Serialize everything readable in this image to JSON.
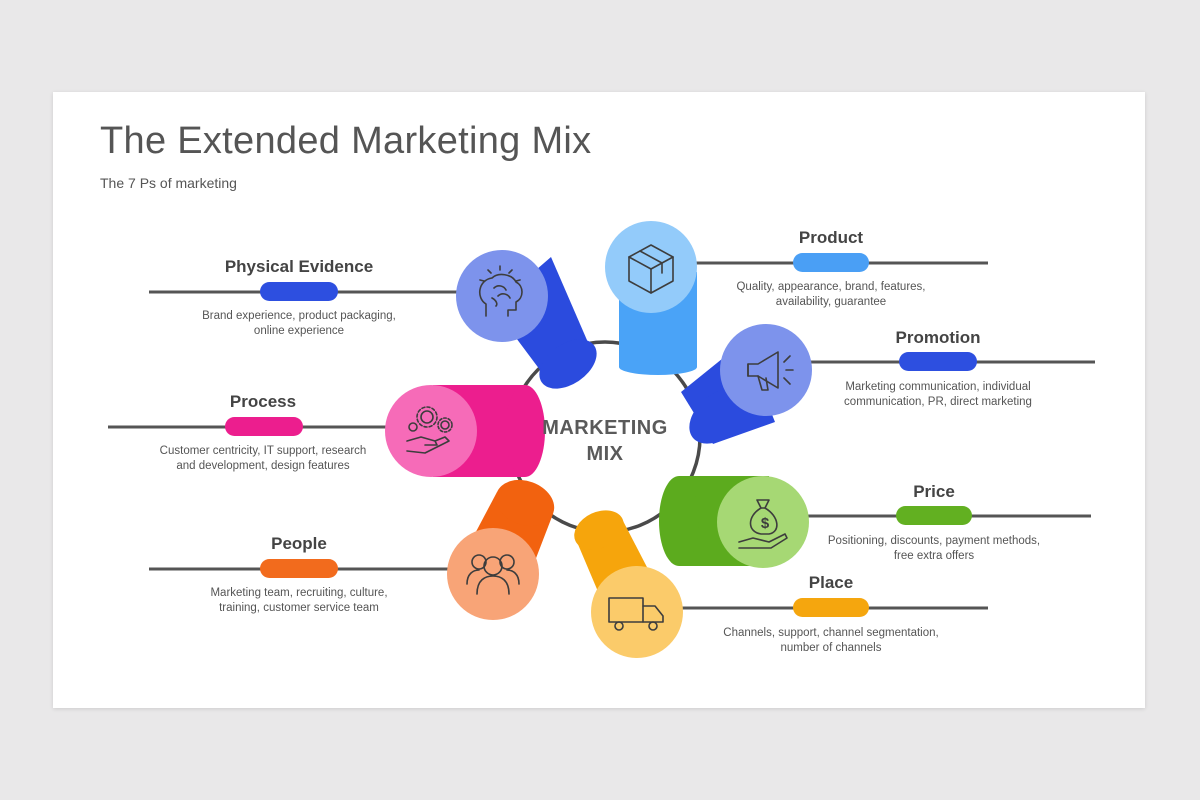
{
  "title": "The Extended Marketing Mix",
  "subtitle": "The 7 Ps of marketing",
  "center": {
    "line1": "MARKETING",
    "line2": "MIX"
  },
  "items": [
    {
      "name": "Product",
      "color": "#4a9ff5",
      "icon": "box-icon",
      "desc_line1": "Quality, appearance, brand, features,",
      "desc_line2": "availability, guarantee"
    },
    {
      "name": "Promotion",
      "color": "#2d4fe0",
      "icon": "megaphone-icon",
      "desc_line1": "Marketing communication, individual",
      "desc_line2": "communication, PR, direct marketing"
    },
    {
      "name": "Price",
      "color": "#62b021",
      "icon": "money-bag-icon",
      "desc_line1": "Positioning, discounts, payment methods,",
      "desc_line2": "free extra offers"
    },
    {
      "name": "Place",
      "color": "#f5a60e",
      "icon": "truck-icon",
      "desc_line1": "Channels, support, channel segmentation,",
      "desc_line2": "number of channels"
    },
    {
      "name": "People",
      "color": "#f26b1d",
      "icon": "people-icon",
      "desc_line1": "Marketing team, recruiting, culture,",
      "desc_line2": "training, customer service team"
    },
    {
      "name": "Process",
      "color": "#ec1e8e",
      "icon": "gears-hand-icon",
      "desc_line1": "Customer centricity, IT support, research",
      "desc_line2": "and development, design features"
    },
    {
      "name": "Physical Evidence",
      "color": "#2d4fe0",
      "icon": "brain-icon",
      "desc_line1": "Brand experience, product packaging,",
      "desc_line2": "online experience"
    }
  ]
}
